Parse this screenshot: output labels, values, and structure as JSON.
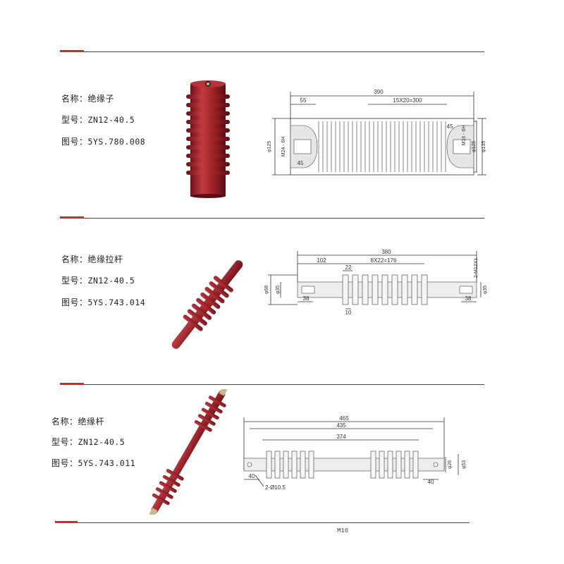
{
  "labels": {
    "name_label": "名称：",
    "model_label": "型号：",
    "drawing_label": "图号："
  },
  "products": [
    {
      "name": "绝缘子",
      "model": "ZN12-40.5",
      "drawing_no": "5YS.780.008",
      "dims": {
        "total": "390",
        "end": "55",
        "pitch": "15X20=300",
        "left_thread": "M24 - 6H",
        "right_thread": "M16 - 6H",
        "left_depth": "45",
        "right_depth": "45",
        "dia_left": "φ125",
        "dia_right_inner": "φ125",
        "dia_right_outer": "φ135"
      }
    },
    {
      "name": "绝缘拉杆",
      "model": "ZN12-40.5",
      "drawing_no": "5YS.743.014",
      "dims": {
        "total": "380",
        "end": "102",
        "sheds": "8X22=176",
        "shed_pitch": "22",
        "shed_thick": "10",
        "thread": "2-M12X1",
        "dia_outer": "φ68",
        "dia_inner": "φ35",
        "dia_right": "φ35",
        "left_depth": "38",
        "right_depth": "38"
      }
    },
    {
      "name": "绝缘杆",
      "model": "ZN12-40.5",
      "drawing_no": "5YS.743.011",
      "dims": {
        "total": "465",
        "mid": "435",
        "inner": "374",
        "left_end": "40",
        "right_end": "40",
        "holes": "2-Ø10.5",
        "dia_a": "φ26",
        "dia_b": "φ53"
      }
    }
  ],
  "footer_fragment": "M16",
  "colors": {
    "accent": "#d62a1e",
    "insulator": "#a3242b",
    "line": "#444444"
  }
}
